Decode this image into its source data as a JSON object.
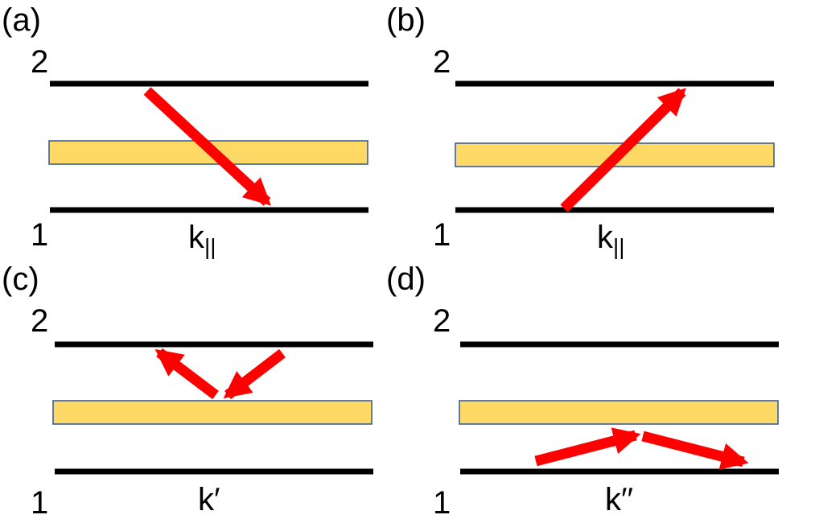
{
  "colors": {
    "plate": "#000000",
    "slab_fill": "#FFD966",
    "slab_stroke": "#2F5597",
    "arrow": "#FF0000"
  },
  "panels": [
    {
      "id": "a",
      "label": "(a)",
      "top_level": "2",
      "bottom_level": "1",
      "k_main": "k",
      "k_sub": "||"
    },
    {
      "id": "b",
      "label": "(b)",
      "top_level": "2",
      "bottom_level": "1",
      "k_main": "k",
      "k_sub": "||"
    },
    {
      "id": "c",
      "label": "(c)",
      "top_level": "2",
      "bottom_level": "1",
      "k_main": "k′",
      "k_sub": ""
    },
    {
      "id": "d",
      "label": "(d)",
      "top_level": "2",
      "bottom_level": "1",
      "k_main": "k′′",
      "k_sub": ""
    }
  ]
}
